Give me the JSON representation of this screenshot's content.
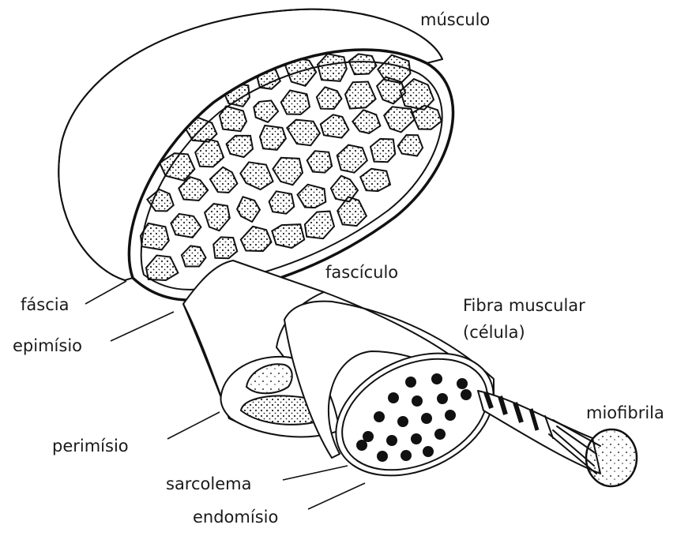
{
  "labels": {
    "musculo": "músculo",
    "fascia": "fáscia",
    "epimisio": "epimísio",
    "fasciculo": "fascículo",
    "fibra_line1": "Fibra muscular",
    "fibra_line2": "(célula)",
    "miofibrila": "miofibrila",
    "perimisio": "perimísio",
    "sarcolema": "sarcolema",
    "endomisio": "endomísio"
  }
}
